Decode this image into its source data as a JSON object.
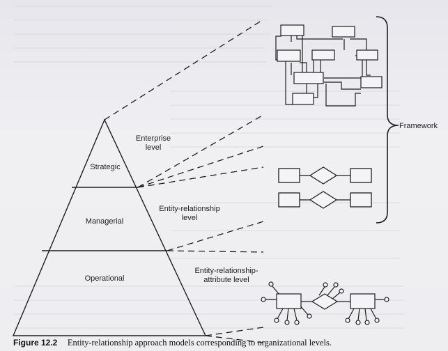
{
  "pyramid": {
    "levels": [
      "Strategic",
      "Managerial",
      "Operational"
    ]
  },
  "models": [
    {
      "lines": [
        "Enterprise",
        "level"
      ]
    },
    {
      "lines": [
        "Entity-relationship",
        "level"
      ]
    },
    {
      "lines": [
        "Entity-relationship-",
        "attribute level"
      ]
    }
  ],
  "framework_label": "Framework",
  "caption": {
    "label": "Figure 12.2",
    "text": "Entity-relationship approach models corresponding to organizational levels."
  },
  "colors": {
    "ink": "#1d1d22",
    "paper": "#ecebef"
  }
}
